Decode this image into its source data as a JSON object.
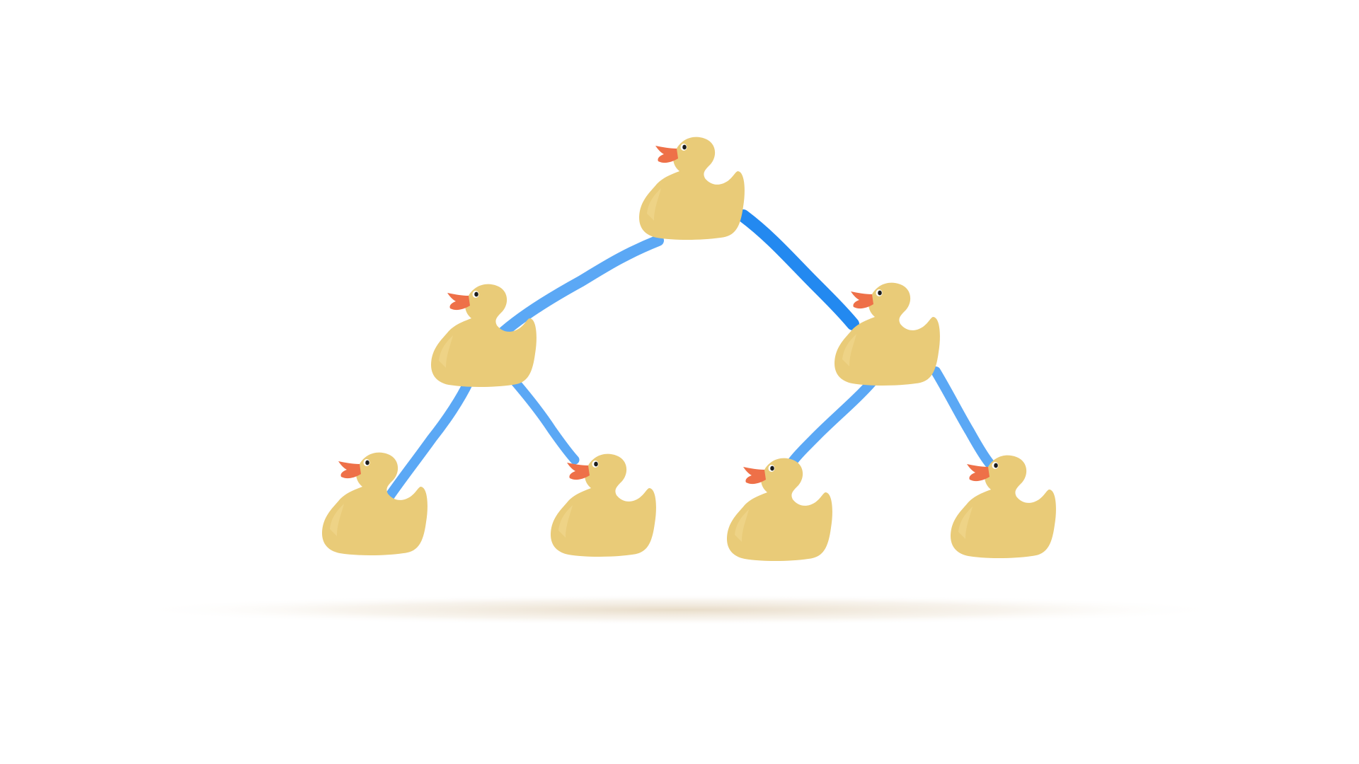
{
  "diagram": {
    "kind": "binary-tree",
    "node_icon": "rubber-duck-icon",
    "levels": 3,
    "nodes_per_level": [
      1,
      2,
      4
    ],
    "edges": [
      {
        "from": "root",
        "to": "left-child",
        "style": "light"
      },
      {
        "from": "root",
        "to": "right-child",
        "style": "dark"
      },
      {
        "from": "left-child",
        "to": "left-left-leaf",
        "style": "light"
      },
      {
        "from": "left-child",
        "to": "left-right-leaf",
        "style": "light"
      },
      {
        "from": "right-child",
        "to": "right-left-leaf",
        "style": "light"
      },
      {
        "from": "right-child",
        "to": "right-right-leaf",
        "style": "light"
      }
    ]
  },
  "colors": {
    "background": "#ffffff",
    "duck_body": "#E9CB78",
    "duck_body_shadow": "#D9B65E",
    "duck_beak": "#EE7048",
    "duck_eye": "#1b1b1b",
    "edge_light": "#5BA8F5",
    "edge_dark": "#2389F0",
    "ground_shadow": "#E8DCC8"
  }
}
